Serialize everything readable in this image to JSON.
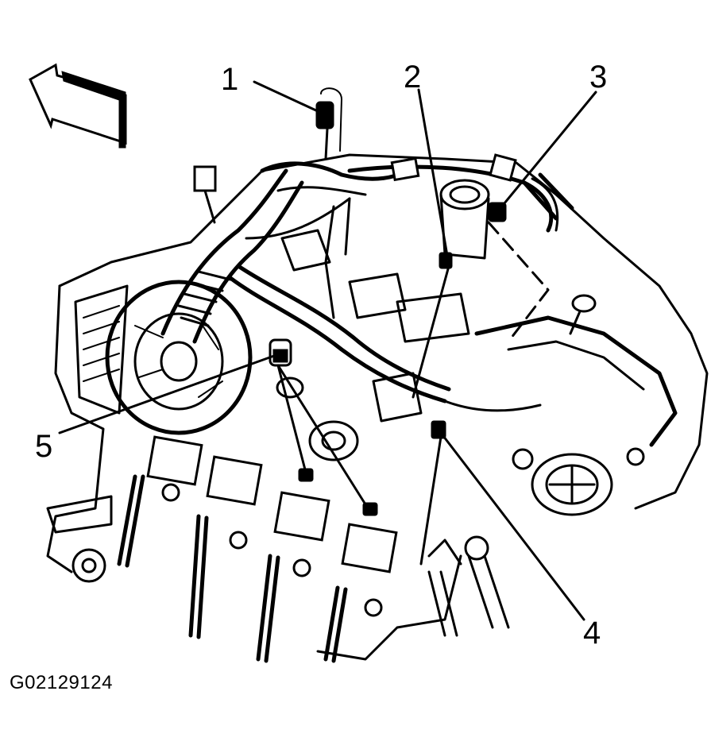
{
  "figure": {
    "id_label": "G02129124",
    "callouts": [
      "1",
      "2",
      "3",
      "4",
      "5"
    ]
  },
  "colors": {
    "ink": "#000000",
    "paper": "#ffffff"
  },
  "icons": [
    "front-direction-arrow-icon"
  ]
}
